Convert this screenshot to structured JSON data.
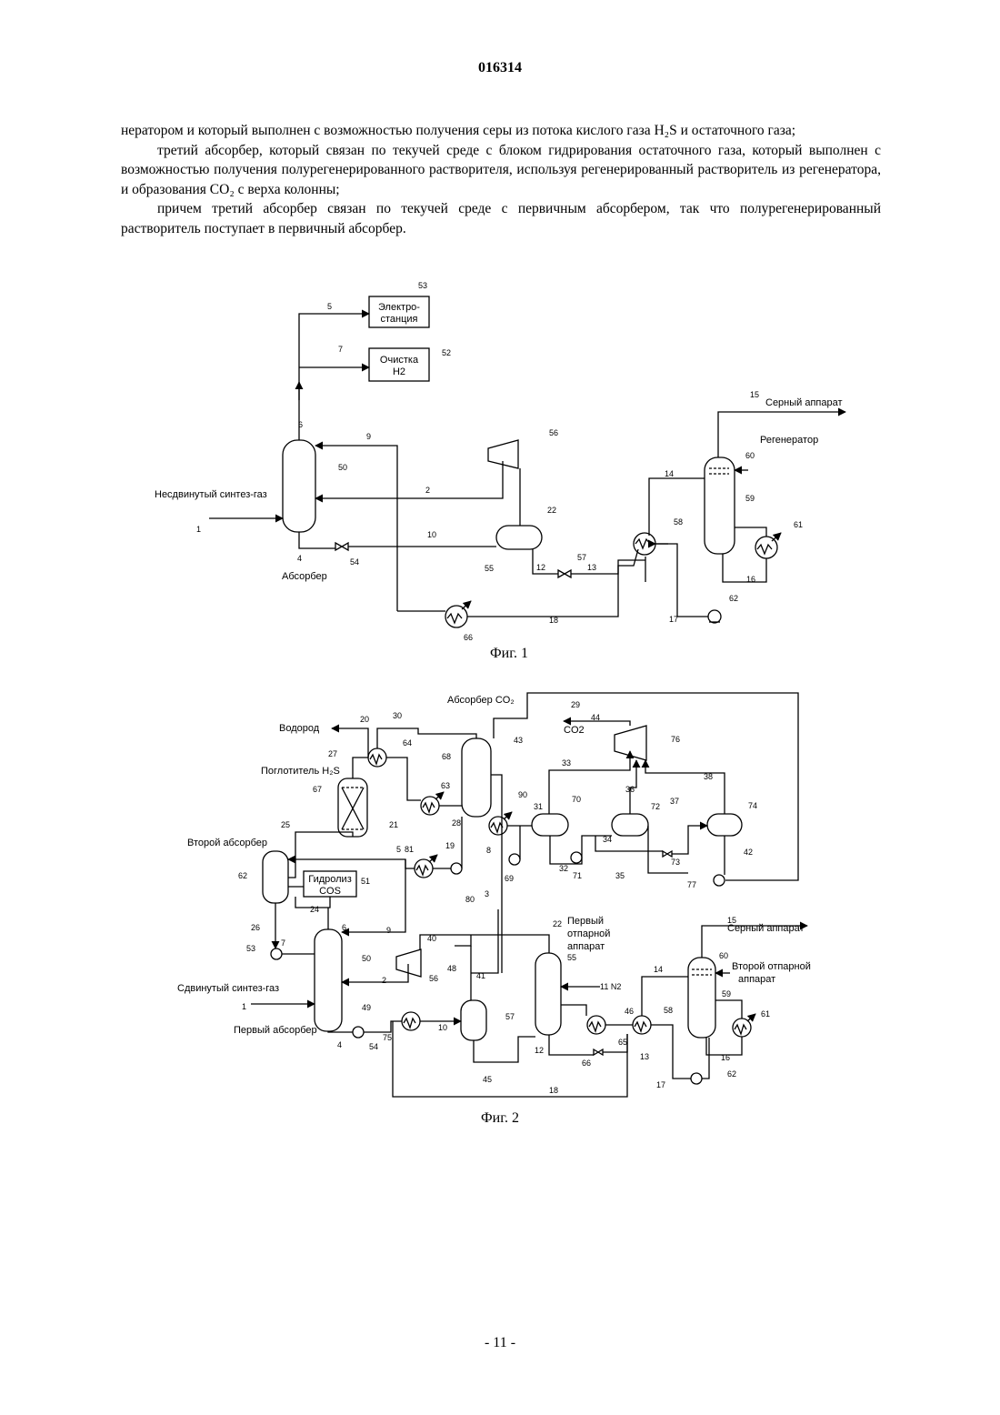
{
  "page_number": "016314",
  "paragraphs": [
    "нератором и который выполнен с возможностью получения серы из потока кислого газа H₂S и остаточного газа;",
    "третий абсорбер, который связан по текучей среде с блоком гидрирования остаточного газа, который выполнен с возможностью получения полурегенерированного растворителя, используя регенерированный растворитель из регенератора, и образования CO₂ с верха колонны;",
    "причем третий абсорбер связан по текучей среде с первичным абсорбером, так что полурегенерированный растворитель поступает в первичный абсорбер."
  ],
  "fig1": {
    "caption": "Фиг. 1",
    "power_plant_l1": "Электро-",
    "power_plant_l2": "станция",
    "h2_cleanup_l1": "Очистка",
    "h2_cleanup_l2": "H2",
    "sulfur_unit": "Серный аппарат",
    "regenerator": "Регенератор",
    "feed": "Несдвинутый синтез-газ",
    "absorber": "Абсорбер",
    "n53": "53",
    "n5": "5",
    "n52": "52",
    "n7": "7",
    "n15": "15",
    "n56": "56",
    "n6": "6",
    "n9": "9",
    "n50": "50",
    "n60": "60",
    "n14": "14",
    "n59": "59",
    "n2": "2",
    "n22": "22",
    "n58": "58",
    "n61": "61",
    "n1": "1",
    "n10": "10",
    "n4": "4",
    "n54": "54",
    "n57": "57",
    "n55": "55",
    "n12": "12",
    "n13": "13",
    "n16": "16",
    "n62": "62",
    "n17": "17",
    "n18": "18",
    "n66": "66"
  },
  "fig2": {
    "caption": "Фиг. 2",
    "co2_absorber": "Абсорбер CO₂",
    "hydrogen": "Водород",
    "co2": "CO2",
    "h2s_scav": "Поглотитель H₂S",
    "second_absorber": "Второй абсорбер",
    "cos_l1": "Гидролиз",
    "cos_l2": "COS",
    "first_stripper_l1": "Первый",
    "first_stripper_l2": "отпарной",
    "first_stripper_l3": "аппарат",
    "n2_label": "11 N2",
    "sulfur_unit": "Серный аппарат",
    "second_stripper_l1": "Второй отпарной",
    "second_stripper_l2": "аппарат",
    "feed": "Сдвинутый синтез-газ",
    "first_absorber": "Первый абсорбер",
    "n29": "29",
    "n20": "20",
    "n30": "30",
    "n44": "44",
    "n76": "76",
    "n43": "43",
    "n27": "27",
    "n64": "64",
    "n68": "68",
    "n33": "33",
    "n67": "67",
    "n63": "63",
    "n36": "36",
    "n38": "38",
    "n90": "90",
    "n31": "31",
    "n70": "70",
    "n72": "72",
    "n37": "37",
    "n74": "74",
    "n21": "21",
    "n28": "28",
    "n34": "34",
    "n25": "25",
    "n5": "5",
    "n81": "81",
    "n19": "19",
    "n8": "8",
    "n73": "73",
    "n42": "42",
    "n62": "62",
    "n32": "32",
    "n69": "69",
    "n71": "71",
    "n35": "35",
    "n77": "77",
    "n80": "80",
    "n3": "3",
    "n51": "51",
    "n24": "24",
    "n26": "26",
    "n6": "6",
    "n9": "9",
    "n40": "40",
    "n22": "22",
    "n55": "55",
    "n15": "15",
    "n60": "60",
    "n53": "53",
    "n7": "7",
    "n50": "50",
    "n48": "48",
    "n56": "56",
    "n41": "41",
    "n14": "14",
    "n59": "59",
    "n1": "1",
    "n2": "2",
    "n49": "49",
    "n46": "46",
    "n58": "58",
    "n61": "61",
    "n57": "57",
    "n4": "4",
    "n54": "54",
    "n75": "75",
    "n10": "10",
    "n65": "65",
    "n12": "12",
    "n13": "13",
    "n16": "16",
    "n17": "17",
    "n66": "66",
    "n45": "45",
    "n18": "18"
  },
  "footer": "- 11 -"
}
